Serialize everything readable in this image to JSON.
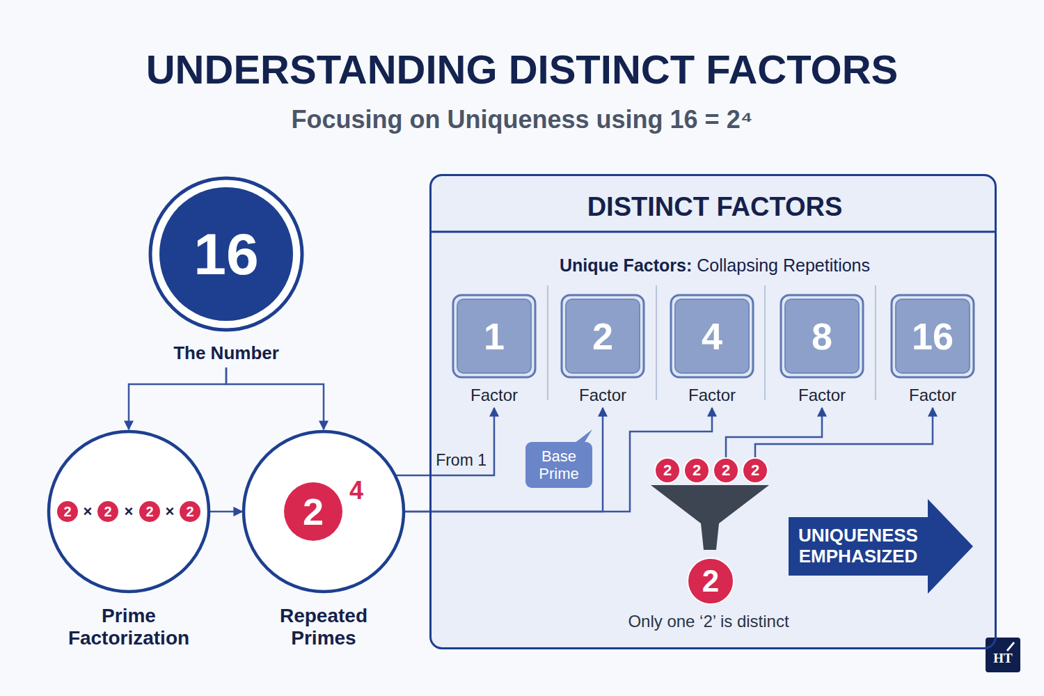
{
  "diagram": {
    "title": "UNDERSTANDING DISTINCT FACTORS",
    "nodes": [
      {
        "text": [
          "16",
          "The Number"
        ]
      },
      {
        "text": [
          "2",
          "×",
          "2",
          "×",
          "2",
          "×",
          "2",
          "Prime Factorization"
        ]
      },
      {
        "text": [
          "2",
          "4",
          "Repeated Primes"
        ]
      },
      {
        "text": [
          "DISTINCT FACTORS",
          "Unique Factors:",
          "Collapsing Repetitions"
        ]
      },
      {
        "text": [
          "1",
          "Factor"
        ],
        "in": 3
      },
      {
        "text": [
          "2",
          "Factor"
        ],
        "in": 3
      },
      {
        "text": [
          "4",
          "Factor"
        ],
        "in": 3
      },
      {
        "text": [
          "8",
          "Factor"
        ],
        "in": 3
      },
      {
        "text": [
          "16",
          "Factor"
        ],
        "in": 3
      },
      {
        "text": [
          "Base Prime"
        ],
        "in": 3
      },
      {
        "text": [
          "2"
        ],
        "in": 3
      },
      {
        "text": [
          "2"
        ],
        "in": 3
      },
      {
        "text": [
          "2"
        ],
        "in": 3
      },
      {
        "text": [
          "2"
        ],
        "in": 3
      },
      {
        "text": [
          "2"
        ],
        "in": 3
      },
      {
        "text": [
          "UNIQUENESS EMPHASIZED"
        ],
        "in": 3
      }
    ],
    "edges": [
      {
        "from": 0,
        "to": 1,
        "arrow": "to"
      },
      {
        "from": 0,
        "to": 2,
        "arrow": "to"
      },
      {
        "from": 1,
        "to": 2,
        "arrow": "to"
      },
      {
        "from": 2,
        "to": 4,
        "label": "From 1",
        "arrow": "to"
      },
      {
        "from": 2,
        "to": 5,
        "arrow": "to"
      },
      {
        "from": 2,
        "to": 6,
        "arrow": "to"
      },
      {
        "from": 12,
        "to": 7,
        "arrow": "to"
      },
      {
        "from": 13,
        "to": 8,
        "arrow": "to"
      }
    ],
    "labels": [
      "Focusing on Uniqueness using 16 = 2⁴",
      "Only one ‘2’ is distinct",
      "HT"
    ]
  }
}
